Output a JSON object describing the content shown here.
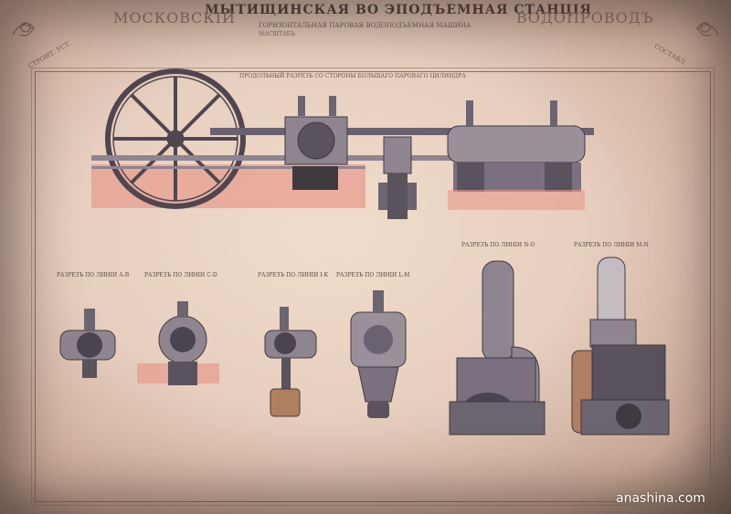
{
  "sheet": {
    "title": "МЫТИЩИНСКАЯ ВО ЭПОДЪЕМНАЯ СТАНЦІЯ",
    "left_word": "МОСКОВСКІЙ",
    "right_word": "ВОДОПРОВОДЪ",
    "subtitle_line1": "ГОРИЗОНТАЛЬНАЯ ПАРОВАЯ ВОДОПОДЪЕМНАЯ МАШИНА",
    "subtitle_line2": "МАСШТАБЪ",
    "left_corner": "СТРОИТ. УСТ.",
    "right_corner": "СОСТАВЛ.",
    "top_caption": "ПРОДОЛЬНЫЙ РАЗРЕЗЪ СО СТОРОНЫ БОЛЬШАГО ПАРОВАГО ЦИЛИНДРА",
    "section_captions": [
      "РАЗРЕЗЪ ПО ЛИНІИ А-В",
      "РАЗРЕЗЪ ПО ЛИНІИ C-D",
      "РАЗРЕЗЪ ПО ЛИНІИ I-K",
      "РАЗРЕЗЪ ПО ЛИНІИ L-M",
      "РАЗРЕЗЪ ПО ЛИНІИ N-O",
      "РАЗРЕЗЪ ПО ЛИНІИ M-N"
    ]
  },
  "watermark": "anashina.com",
  "colors": {
    "paper": "#ecd6c6",
    "ink": "#4a3a36",
    "metal_dark": "#3f3a40",
    "metal_mid": "#8f8590",
    "metal_light": "#c4bcc0",
    "pink_shadow": "#e79a8c",
    "copper": "#b07f60"
  }
}
